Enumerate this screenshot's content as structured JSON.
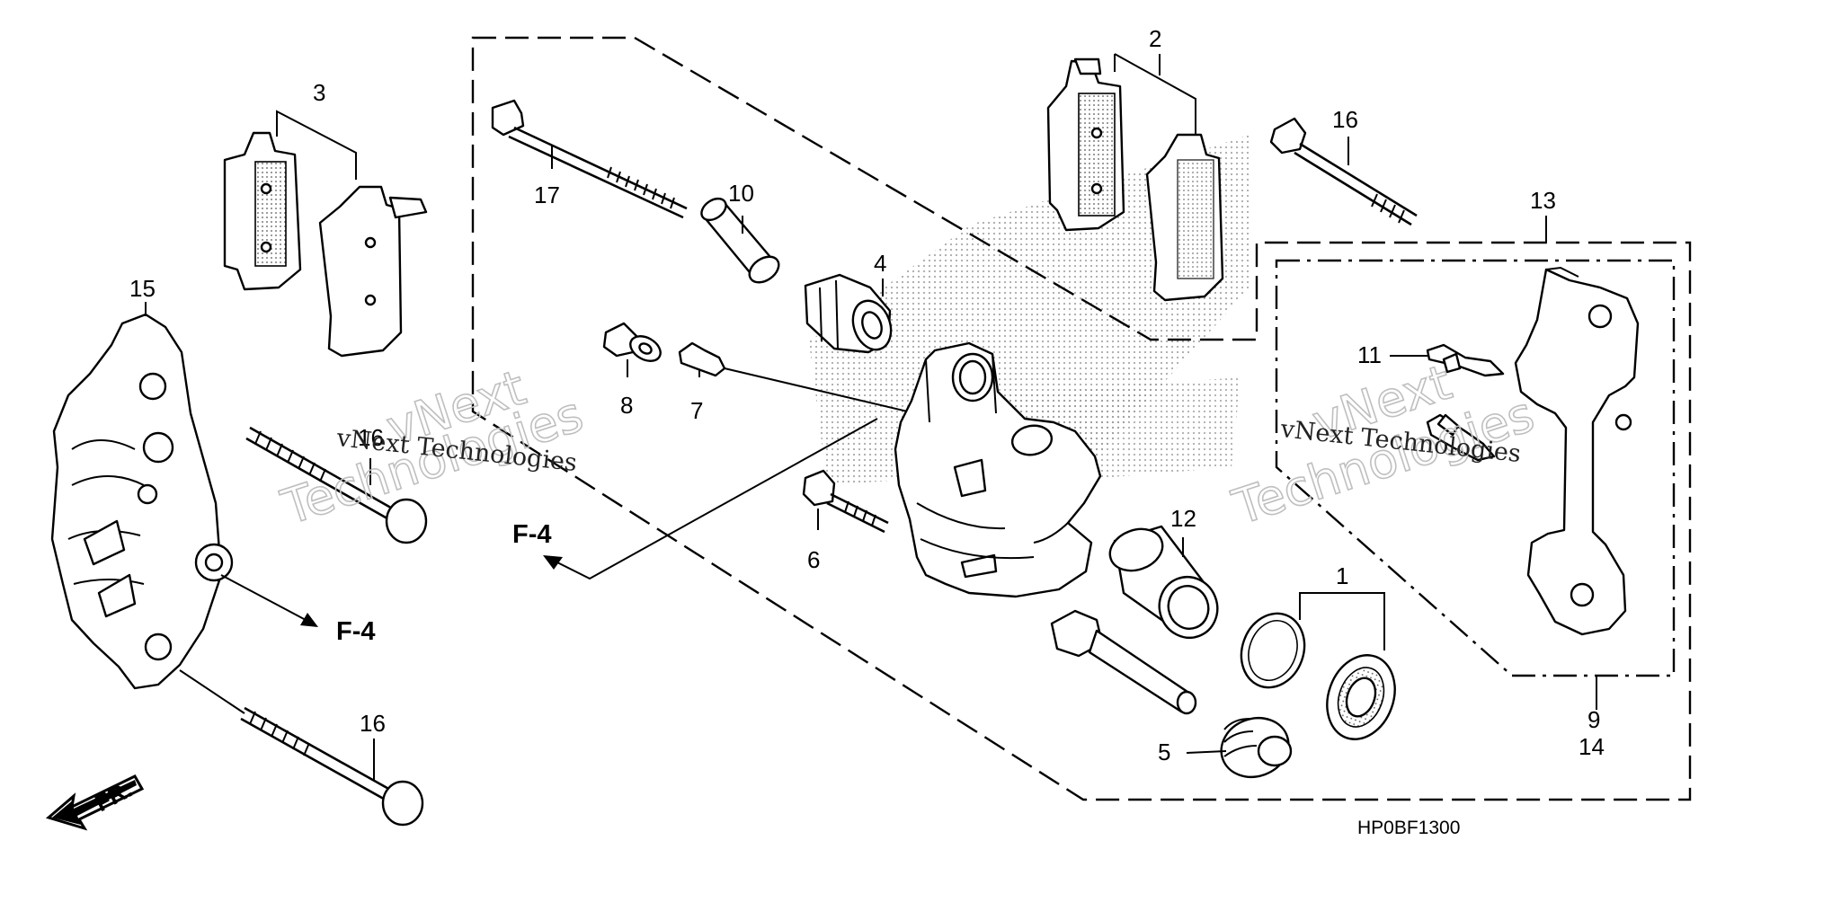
{
  "diagram": {
    "code": "HP0BF1300",
    "direction_label": "FR.",
    "reference_label": "F-4",
    "callouts": {
      "c1": "1",
      "c2": "2",
      "c3": "3",
      "c4": "4",
      "c5": "5",
      "c6": "6",
      "c7": "7",
      "c8": "8",
      "c9": "9",
      "c10": "10",
      "c11": "11",
      "c12": "12",
      "c13": "13",
      "c14": "14",
      "c15": "15",
      "c16a": "16",
      "c16b": "16",
      "c16c": "16",
      "c17": "17"
    }
  },
  "watermark": {
    "line1": "vNext",
    "line2": "Technologies",
    "small": "vNext Technologies"
  },
  "colors": {
    "stroke": "#000000",
    "watermark": "#bfbfbf",
    "stipple": "#9a9a9a"
  }
}
